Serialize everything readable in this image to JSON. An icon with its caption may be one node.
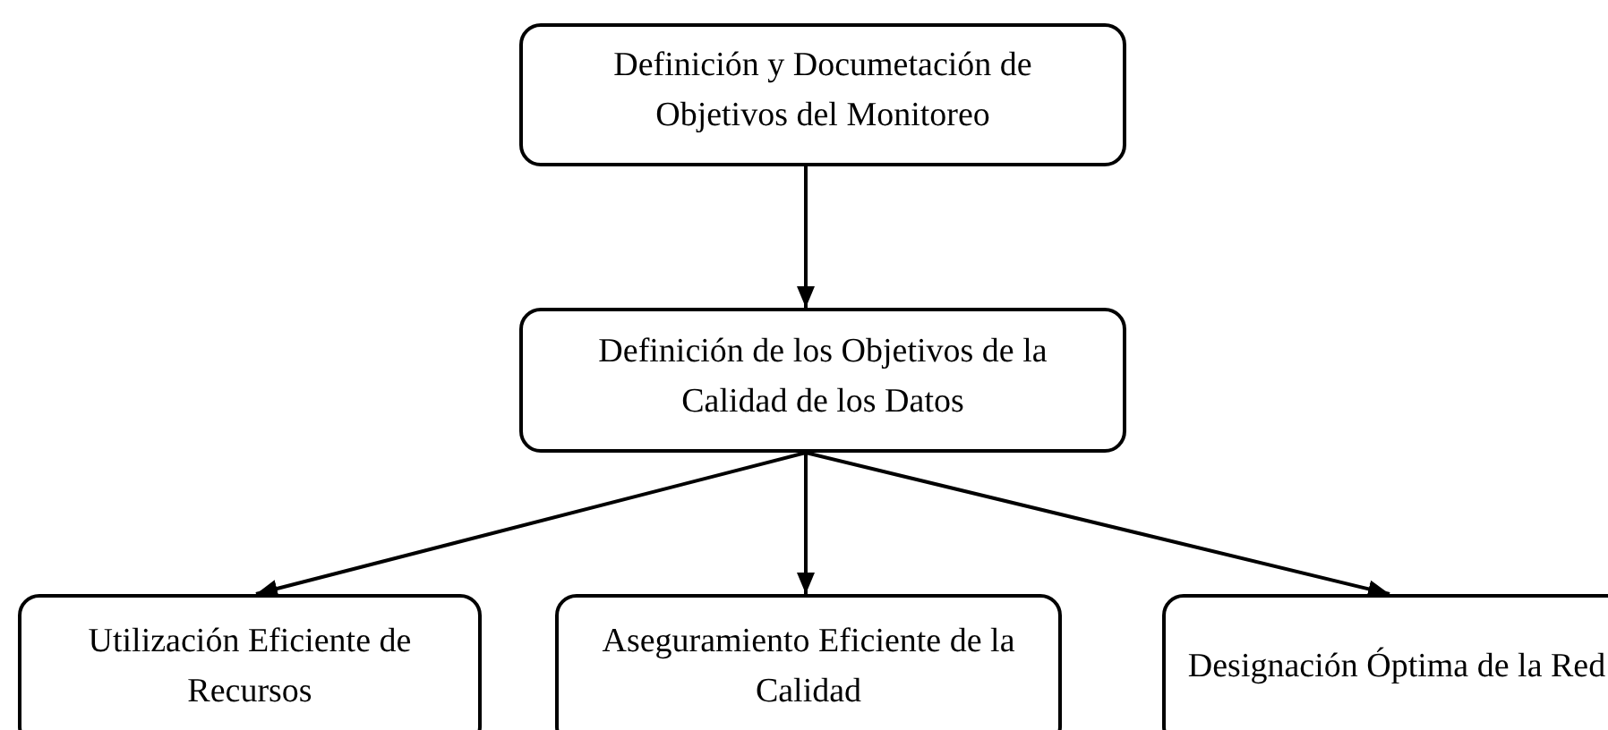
{
  "diagram": {
    "nodes": [
      {
        "text": [
          "Definición y Documetación de Objetivos del Monitoreo"
        ]
      },
      {
        "text": [
          "Definición de los Objetivos de la Calidad de los Datos"
        ]
      },
      {
        "text": [
          "Utilización Eficiente de Recursos"
        ]
      },
      {
        "text": [
          "Aseguramiento Eficiente de la Calidad"
        ]
      },
      {
        "text": [
          "Designación Óptima de la Red"
        ]
      }
    ],
    "edges": [
      {
        "from": 0,
        "to": 1,
        "arrow": "to"
      },
      {
        "from": 1,
        "to": 2,
        "arrow": "to"
      },
      {
        "from": 1,
        "to": 3,
        "arrow": "to"
      },
      {
        "from": 1,
        "to": 4,
        "arrow": "to"
      }
    ]
  }
}
